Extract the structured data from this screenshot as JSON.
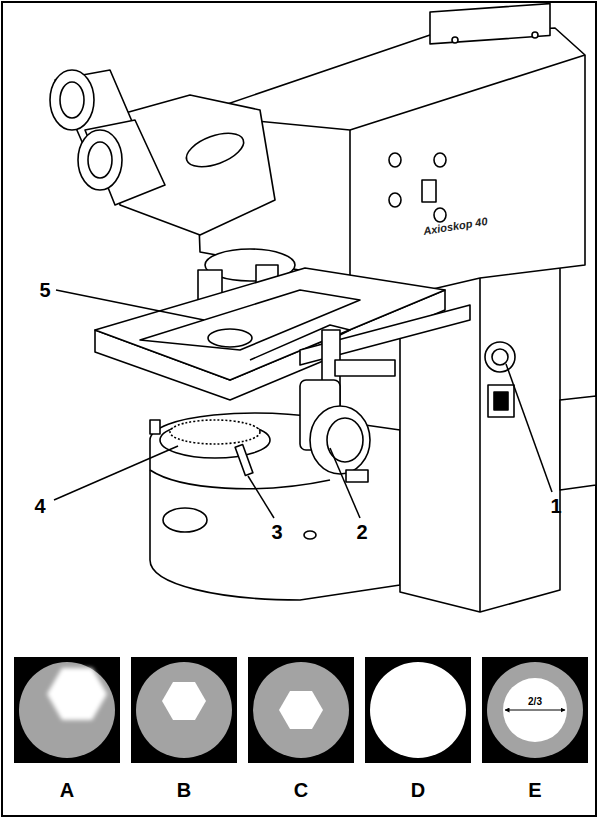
{
  "diagram": {
    "labels": [
      "5",
      "4",
      "3",
      "2",
      "1",
      "Axioskop 40",
      "A",
      "B",
      "C",
      "D",
      "E",
      "2/3"
    ]
  }
}
